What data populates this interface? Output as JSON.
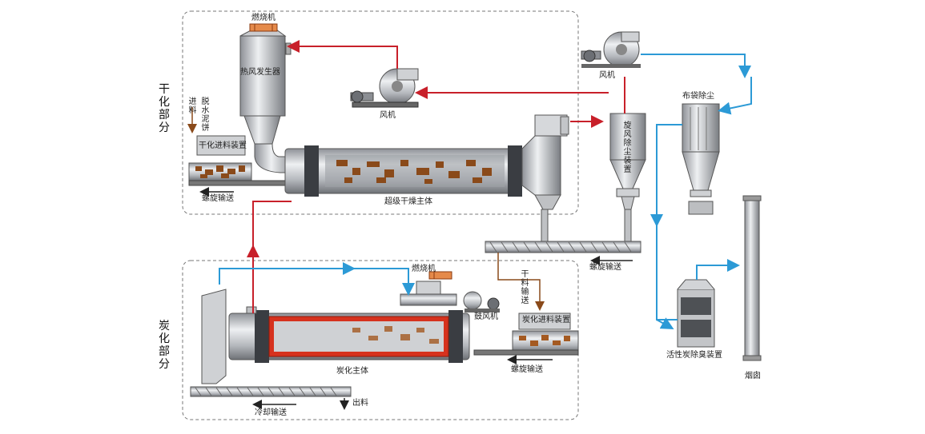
{
  "sections": {
    "drying": "干化部分",
    "carbonization": "炭化部分"
  },
  "labels": {
    "burner_top": "燃烧机",
    "hot_air_generator": "热风发生器",
    "fan_drying": "风机",
    "feed_vertical": "进料",
    "dewatered_sludge": "脱水泥饼",
    "drying_feed_device": "干化进料装置",
    "screw_conveyor_drying": "螺旋输送",
    "super_dryer_body": "超级干燥主体",
    "cyclone_dust_collector": "旋风除尘装置",
    "fan_top_right": "风机",
    "bag_dust_collector": "布袋除尘",
    "screw_conveyor_mid": "螺旋输送",
    "dry_material_transfer": "干料输送",
    "burner_carbon": "燃烧机",
    "blower": "鼓风机",
    "carbon_feed_device": "炭化进料装置",
    "carbonization_body": "炭化主体",
    "screw_conveyor_carbon": "螺旋输送",
    "cooling_conveyor": "冷却输送",
    "discharge": "出料",
    "activated_carbon_deodor": "活性炭除臭装置",
    "chimney": "烟囱"
  },
  "colors": {
    "hot_air_flow": "#c8202a",
    "cold_air_flow": "#2c9ad6",
    "material_flow": "#8a4a1a",
    "equipment": "#b9bcc1",
    "burner_orange": "#e58a4a",
    "furnace_red": "#d6321e"
  }
}
